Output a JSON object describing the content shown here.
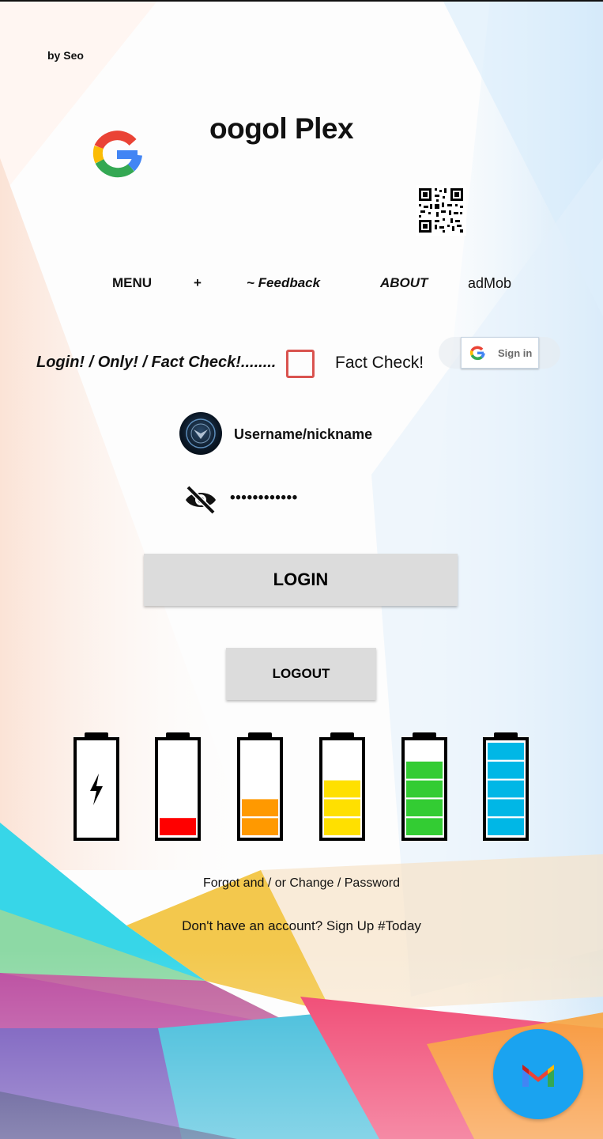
{
  "app": {
    "byline": "by Seo",
    "title": "oogol Plex"
  },
  "menu": {
    "items": [
      "MENU",
      "+",
      "~ Feedback",
      "ABOUT",
      "adMob"
    ]
  },
  "fact_check": {
    "label": "Login! / Only! / Fact Check!........",
    "checkbox_label": "Fact Check!",
    "checked": false
  },
  "signin_button": {
    "label": "Sign in"
  },
  "form": {
    "username_label": "Username/nickname",
    "password_value": "••••••••••••"
  },
  "buttons": {
    "login": "LOGIN",
    "logout": "LOGOUT"
  },
  "batteries": [
    {
      "level": 0,
      "color": "#ffffff",
      "charging": true
    },
    {
      "level": 0.2,
      "color": "#ff0000",
      "charging": false
    },
    {
      "level": 0.4,
      "color": "#ff9900",
      "charging": false
    },
    {
      "level": 0.6,
      "color": "#ffe000",
      "charging": false
    },
    {
      "level": 0.8,
      "color": "#33cc33",
      "charging": false
    },
    {
      "level": 1.0,
      "color": "#00b7e6",
      "charging": false
    }
  ],
  "links": {
    "forgot": "Forgot and / or Change / Password",
    "signup": "Don't have an account? Sign Up #Today"
  },
  "fab": {
    "icon": "gmail-icon",
    "color": "#1aa3f0"
  }
}
